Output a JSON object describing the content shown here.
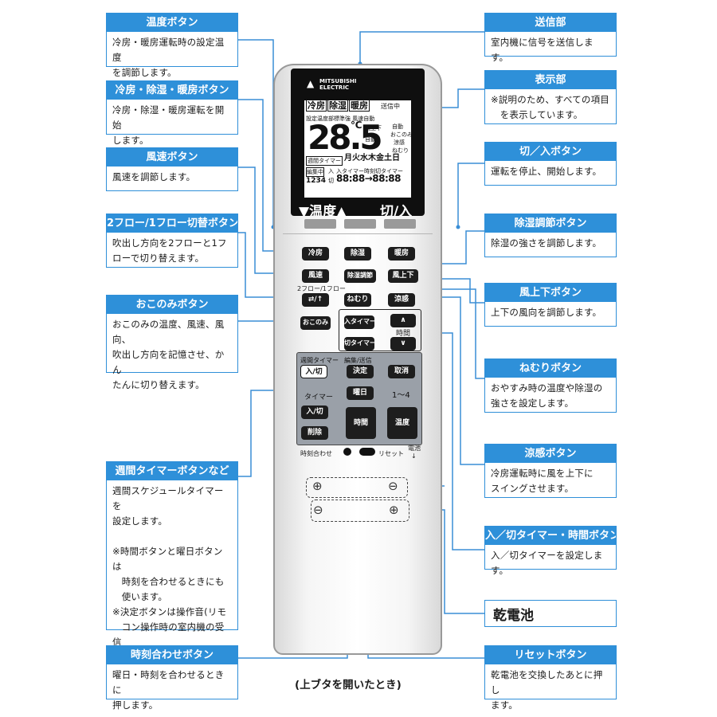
{
  "callouts": {
    "temp": {
      "title": "温度ボタン",
      "desc": "冷房・暖房運転時の設定温度\nを調節します。"
    },
    "mode": {
      "title": "冷房・除湿・暖房ボタン",
      "desc": "冷房・除湿・暖房運転を開始\nします。"
    },
    "fan": {
      "title": "風速ボタン",
      "desc": "風速を調節します。"
    },
    "flow": {
      "title": "2フロー/1フロー切替ボタン",
      "desc": "吹出し方向を2フローと1フ\nローで切り替えます。"
    },
    "okonomi": {
      "title": "おこのみボタン",
      "desc": "おこのみの温度、風速、風向、\n吹出し方向を記憶させ、かん\nたんに切り替えます。"
    },
    "weekly": {
      "title": "週間タイマーボタンなど",
      "desc": "週間スケジュールタイマーを\n設定します。\n\n※時間ボタンと曜日ボタンは\n　時刻を合わせるときにも\n　使います。\n※決定ボタンは操作音(リモ\n　コン操作時の室内機の受信\n　音)を切り替えるときにも\n　使います。"
    },
    "clock": {
      "title": "時刻合わせボタン",
      "desc": "曜日・時刻を合わせるときに\n押します。"
    },
    "transmit": {
      "title": "送信部",
      "desc": "室内機に信号を送信します。"
    },
    "display": {
      "title": "表示部",
      "desc": "※説明のため、すべての項目\n　を表示しています。"
    },
    "power": {
      "title": "切／入ボタン",
      "desc": "運転を停止、開始します。"
    },
    "dehum": {
      "title": "除湿調節ボタン",
      "desc": "除湿の強さを調節します。"
    },
    "vane": {
      "title": "風上下ボタン",
      "desc": "上下の風向を調節します。"
    },
    "sleep": {
      "title": "ねむりボタン",
      "desc": "おやすみ時の温度や除湿の\n強さを設定します。"
    },
    "cool": {
      "title": "涼感ボタン",
      "desc": "冷房運転時に風を上下に\nスイングさせます。"
    },
    "timer": {
      "title": "入／切タイマー・時間ボタン",
      "desc": "入／切タイマーを設定します。"
    },
    "reset": {
      "title": "リセットボタン",
      "desc": "乾電池を交換したあとに押し\nます。"
    }
  },
  "battery_label": "乾電池",
  "caption": "(上ブタを開いたとき)",
  "remote": {
    "brand": "MITSUBISHI\nELECTRIC",
    "brand_mark": "▲",
    "lcd": {
      "modes": [
        "冷房",
        "除湿",
        "暖房"
      ],
      "transmitting": "送信中",
      "row1": "設定温度部標準強  風速自動",
      "vane_row": "風上下",
      "auto1": "自動",
      "auto2": "自動",
      "okonomi": "おこのみ",
      "cool": "涼感",
      "sleep": "ねむり",
      "temp_value": "28.5",
      "temp_unit": "℃",
      "weekly_label": "週間タイマー",
      "days": "月火水木金土日",
      "edit_label": "編集中",
      "program_nums": "1234",
      "on_label": "入",
      "off_label": "切",
      "timer_times": "入タイマー時刻切タイマー",
      "times": "88:88→88:88",
      "temp_key": "▼温度▲",
      "power_key": "切/入"
    },
    "buttons": {
      "cool": "冷房",
      "dry": "除湿",
      "heat": "暖房",
      "fan": "風速",
      "dehum": "除湿調節",
      "vane": "風上下",
      "flow_label": "2フロー/1フロー",
      "flow": "⇄/↑",
      "sleep": "ねむり",
      "cool_feel": "涼感",
      "okonomi": "おこのみ",
      "timer_on": "入タイマー",
      "timer_off": "切タイマー",
      "hour": "時間",
      "up": "∧",
      "down": "∨",
      "weekly_timer": "週間タイマー",
      "weekly_onoff": "入/切",
      "edit_send": "編集/送信",
      "decide": "決定",
      "cancel": "取消",
      "weekday": "曜日",
      "prog": "1〜4",
      "timer_label": "タイマー",
      "onoff": "入/切",
      "delete": "削除",
      "time_btn": "時間",
      "temp_btn": "温度",
      "clock_set": "時刻合わせ",
      "reset": "リセット",
      "battery": "電池"
    },
    "battery_symbols": {
      "plus": "⊕",
      "minus": "⊖"
    }
  },
  "colors": {
    "accent": "#2e90d9",
    "leader": "#3a8ed6"
  }
}
